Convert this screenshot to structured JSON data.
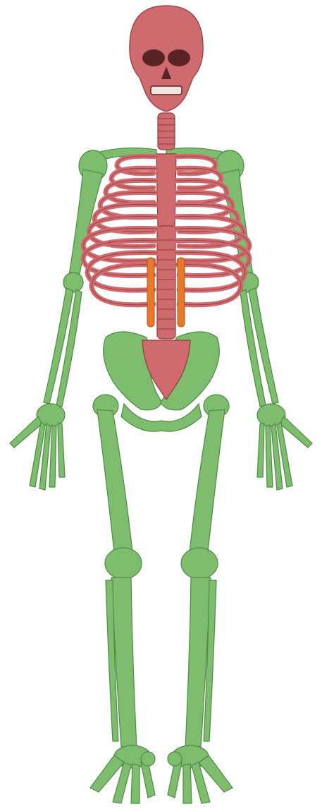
{
  "diagram": {
    "subject": "human-skeleton-front-view",
    "colors": {
      "axial": "#cf6b6e",
      "axial_stroke": "#8f3a3e",
      "appendicular": "#7fbd6e",
      "appendicular_stroke": "#4d8a44",
      "highlight": "#e8792b",
      "highlight_stroke": "#b0521a",
      "dark": "#5a2326"
    },
    "regions": [
      {
        "name": "axial-skeleton",
        "color": "axial"
      },
      {
        "name": "appendicular-skeleton",
        "color": "appendicular"
      },
      {
        "name": "highlighted-muscles",
        "color": "highlight"
      }
    ]
  }
}
